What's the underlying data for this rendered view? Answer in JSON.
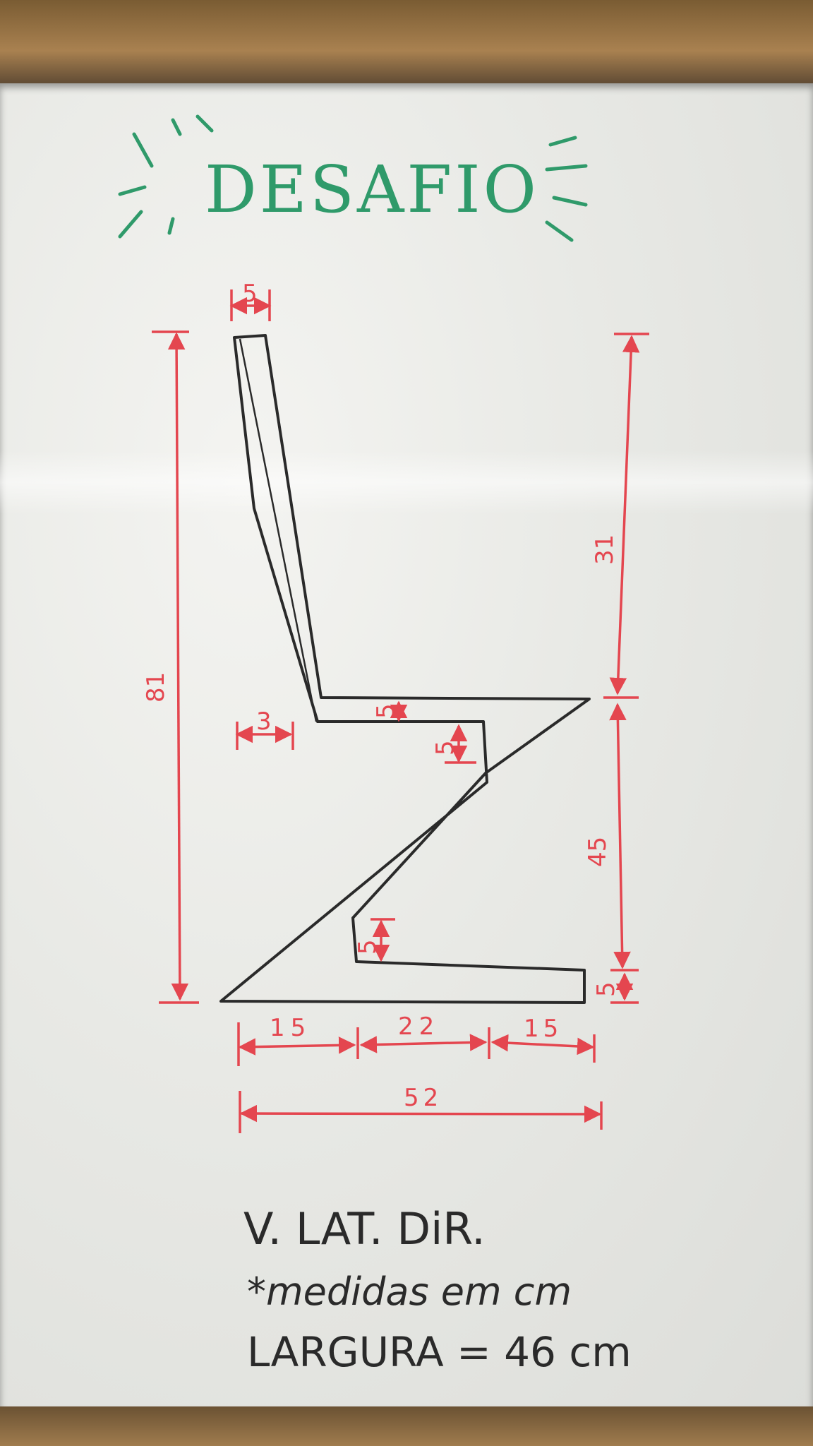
{
  "title": "DESAFIO",
  "dimensions": {
    "back_thickness": "5",
    "total_height": "81",
    "back_height": "31",
    "seat_height": "45",
    "seat_offset": "3",
    "seat_thickness": "5",
    "seat_support": "5",
    "foot_notch": "5",
    "foot_thickness": "5",
    "base_left": "15",
    "base_middle": "22",
    "base_right": "15",
    "total_length": "52"
  },
  "notes": {
    "view": "V. LAT. DiR.",
    "units": "*medidas em cm",
    "width": "LARGURA = 46 cm"
  },
  "colors": {
    "title_marker": "#2f9a6a",
    "dimension_marker": "#e4464f",
    "outline_marker": "#2a2a2a",
    "board": "#e8e9e5",
    "frame": "#8a6a3e"
  }
}
